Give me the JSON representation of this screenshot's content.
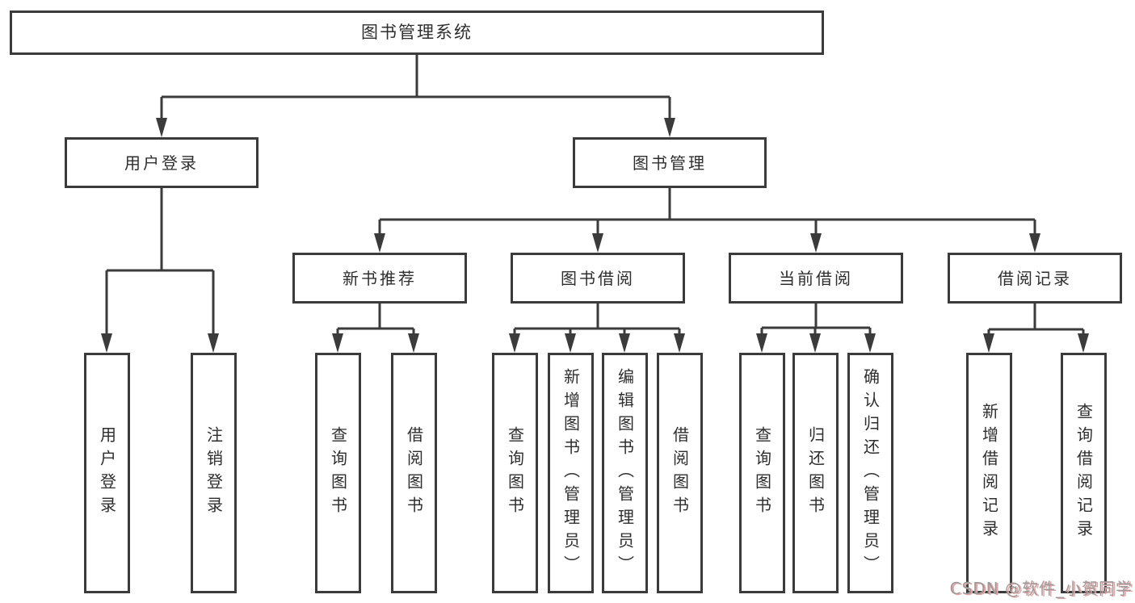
{
  "colors": {
    "line": "#3b3b3b",
    "box_border": "#3b3b3b",
    "text": "#2e2e2e",
    "watermark_gray": "#9b9b9b",
    "watermark_red": "#e8a4a4",
    "background": "#ffffff"
  },
  "tree": {
    "label": "图书管理系统",
    "children": [
      {
        "label": "用户登录",
        "children": [
          {
            "label": "用户登录"
          },
          {
            "label": "注销登录"
          }
        ]
      },
      {
        "label": "图书管理",
        "children": [
          {
            "label": "新书推荐",
            "children": [
              {
                "label": "查询图书"
              },
              {
                "label": "借阅图书"
              }
            ]
          },
          {
            "label": "图书借阅",
            "children": [
              {
                "label": "查询图书"
              },
              {
                "label": "新增图书（管理员）"
              },
              {
                "label": "编辑图书（管理员）"
              },
              {
                "label": "借阅图书"
              }
            ]
          },
          {
            "label": "当前借阅",
            "children": [
              {
                "label": "查询图书"
              },
              {
                "label": "归还图书"
              },
              {
                "label": "确认归还（管理员）"
              }
            ]
          },
          {
            "label": "借阅记录",
            "children": [
              {
                "label": "新增借阅记录"
              },
              {
                "label": "查询借阅记录"
              }
            ]
          }
        ]
      }
    ]
  },
  "watermark": {
    "text": "CSDN @软件_小贺同学"
  }
}
